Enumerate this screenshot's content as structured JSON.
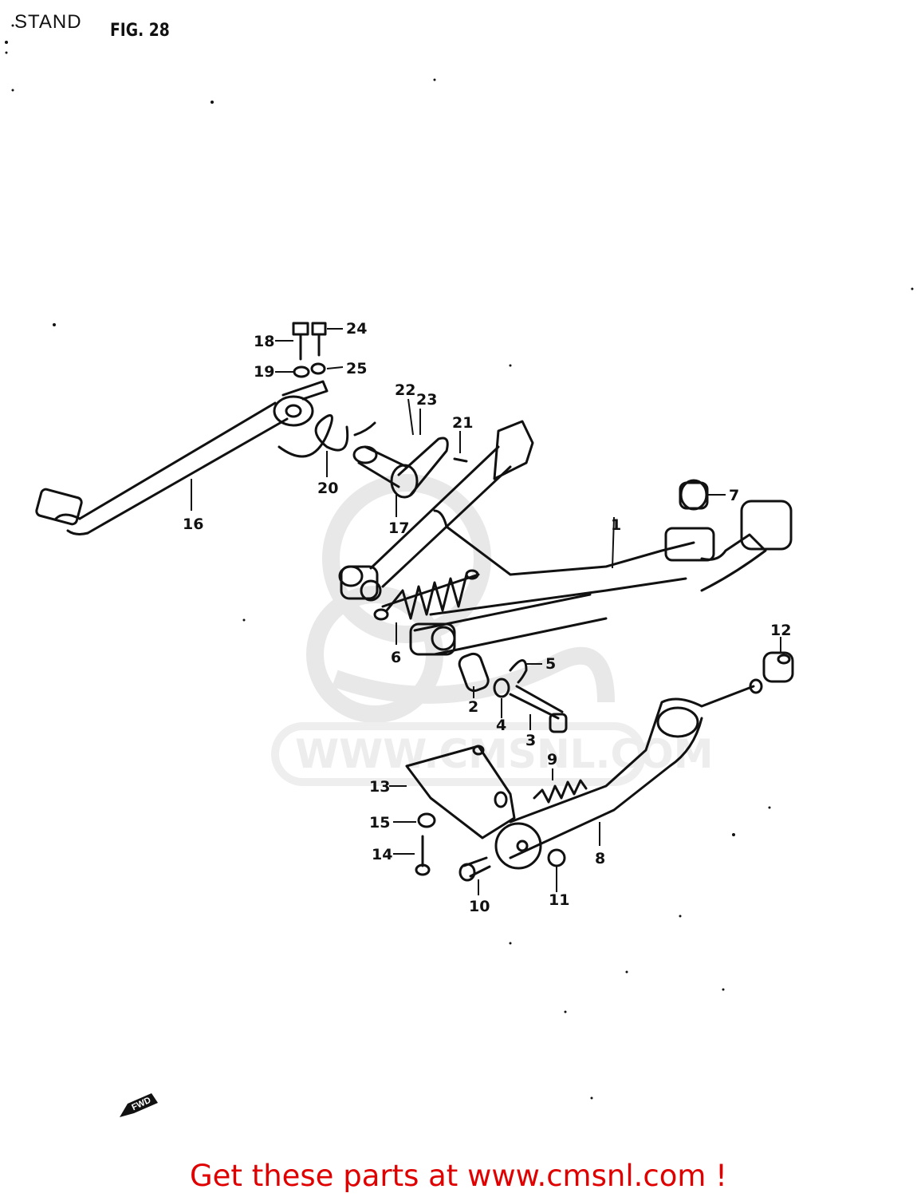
{
  "header": {
    "section": "STAND",
    "figure": "FIG. 28"
  },
  "watermark": {
    "text": "WWW.CMSNL.COM"
  },
  "fwd_label": "FWD",
  "footer": {
    "text": "Get these parts at www.cmsnl.com !",
    "color": "#e00000"
  },
  "callouts": [
    {
      "id": "1",
      "label": "1"
    },
    {
      "id": "2",
      "label": "2"
    },
    {
      "id": "3",
      "label": "3"
    },
    {
      "id": "4",
      "label": "4"
    },
    {
      "id": "5",
      "label": "5"
    },
    {
      "id": "6",
      "label": "6"
    },
    {
      "id": "7",
      "label": "7"
    },
    {
      "id": "8",
      "label": "8"
    },
    {
      "id": "9",
      "label": "9"
    },
    {
      "id": "10",
      "label": "10"
    },
    {
      "id": "11",
      "label": "11"
    },
    {
      "id": "12",
      "label": "12"
    },
    {
      "id": "13",
      "label": "13"
    },
    {
      "id": "14",
      "label": "14"
    },
    {
      "id": "15",
      "label": "15"
    },
    {
      "id": "16",
      "label": "16"
    },
    {
      "id": "17",
      "label": "17"
    },
    {
      "id": "18",
      "label": "18"
    },
    {
      "id": "19",
      "label": "19"
    },
    {
      "id": "20",
      "label": "20"
    },
    {
      "id": "21",
      "label": "21"
    },
    {
      "id": "22",
      "label": "22"
    },
    {
      "id": "23",
      "label": "23"
    },
    {
      "id": "24",
      "label": "24"
    },
    {
      "id": "25",
      "label": "25"
    }
  ]
}
